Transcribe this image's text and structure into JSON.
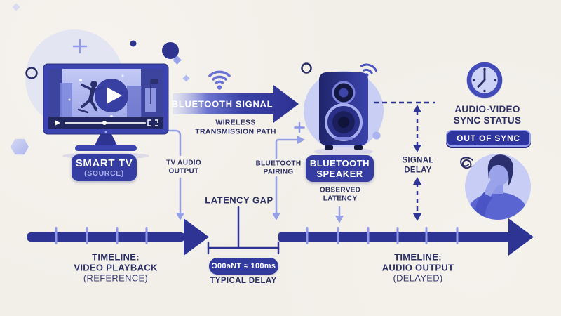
{
  "source": {
    "title": "SMART TV",
    "subtitle": "(SOURCE)",
    "audio_output_l1": "TV AUDIO",
    "audio_output_l2": "OUTPUT"
  },
  "transmission": {
    "arrow_label": "BLUETOOTH SIGNAL",
    "path_l1": "WIRELESS",
    "path_l2": "TRANSMISSION PATH",
    "pairing_l1": "BLUETOOTH",
    "pairing_l2": "PAIRING"
  },
  "speaker": {
    "title_l1": "BLUETOOTH",
    "title_l2": "SPEAKER",
    "observed_l1": "OBSERVED",
    "observed_l2": "LATENCY"
  },
  "delay": {
    "signal_l1": "SIGNAL",
    "signal_l2": "DELAY",
    "latency_gap_label": "LATENCY GAP",
    "value_badge": "Ɔ00ɘNT ≈ 100ms",
    "typical_label": "TYPICAL DELAY"
  },
  "sync": {
    "title_l1": "AUDIO-VIDEO",
    "title_l2": "SYNC STATUS",
    "status": "OUT OF SYNC"
  },
  "timelines": {
    "video": {
      "l1": "TIMELINE:",
      "l2": "VIDEO PLAYBACK",
      "l3": "(REFERENCE)",
      "tick_count": 4
    },
    "audio": {
      "l1": "TIMELINE:",
      "l2": "AUDIO OUTPUT",
      "l3": "(DELAYED)",
      "tick_count": 6
    }
  },
  "icons": {
    "wifi": "wifi-signal-icon",
    "clock": "clock-icon",
    "squiggle": "confusion-squiggle-icon",
    "play": "play-button-icon"
  },
  "colors": {
    "background": "#f2efe9",
    "primary": "#2e3494",
    "badge_fill": "#343b9e",
    "badge_border": "#98a1ec",
    "text": "#2b2f63",
    "connector": "#96a0e8",
    "light_circle": "#c8cef4",
    "white": "#ffffff"
  }
}
